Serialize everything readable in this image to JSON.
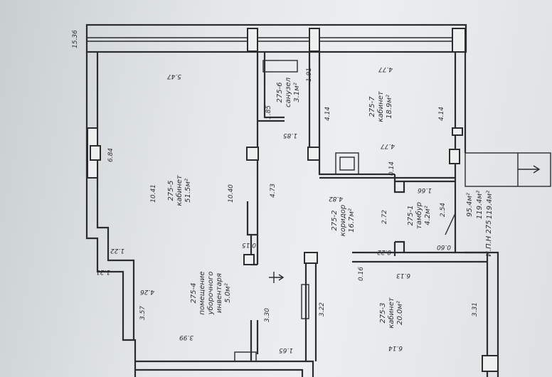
{
  "plan": {
    "rooms": [
      {
        "id": "275-5",
        "name": "кабинет",
        "area": "51.5м²"
      },
      {
        "id": "275-6",
        "name": "санузел",
        "area": "3.1м²"
      },
      {
        "id": "275-7",
        "name": "кабинет",
        "area": "18.9м²"
      },
      {
        "id": "275-2",
        "name": "коридор",
        "area": "16.7м²"
      },
      {
        "id": "275-1",
        "name": "тамбур",
        "area": "4.2м²"
      },
      {
        "id": "275-4",
        "name_lines": [
          "помещение",
          "уборочного",
          "инвентаря"
        ],
        "area": "5.0м²"
      },
      {
        "id": "275-3",
        "name": "кабинет",
        "area": "20.0м²"
      }
    ],
    "summary": {
      "area_a": "95.4м²",
      "area_b": "119.4м²",
      "area_c": "119.4м²",
      "inv_label": "И.П.Н 275"
    },
    "dims": {
      "d1536": "15.36",
      "d547": "5.47",
      "d191": "1.91",
      "d477a": "4.77",
      "d185a": "1.85",
      "d185b": "1.85",
      "d414a": "4.14",
      "d414b": "4.14",
      "d684": "6.84",
      "d1041": "10.41",
      "d1040": "10.40",
      "d477b": "4.77",
      "d014": "0.14",
      "d473": "4.73",
      "d166": "1.66",
      "d482": "4.82",
      "d272": "2.72",
      "d254": "2.54",
      "d015": "0.15",
      "d122": "1.22",
      "d121": "1.21",
      "d022": "0.22",
      "d060": "0.60",
      "d016": "0.16",
      "d613": "6.13",
      "d426": "4.26",
      "d357": "3.57",
      "d330": "3.30",
      "d322": "3.22",
      "d331": "3.31",
      "d399": "3.99",
      "d165": "1.65",
      "d614": "6.14"
    }
  }
}
